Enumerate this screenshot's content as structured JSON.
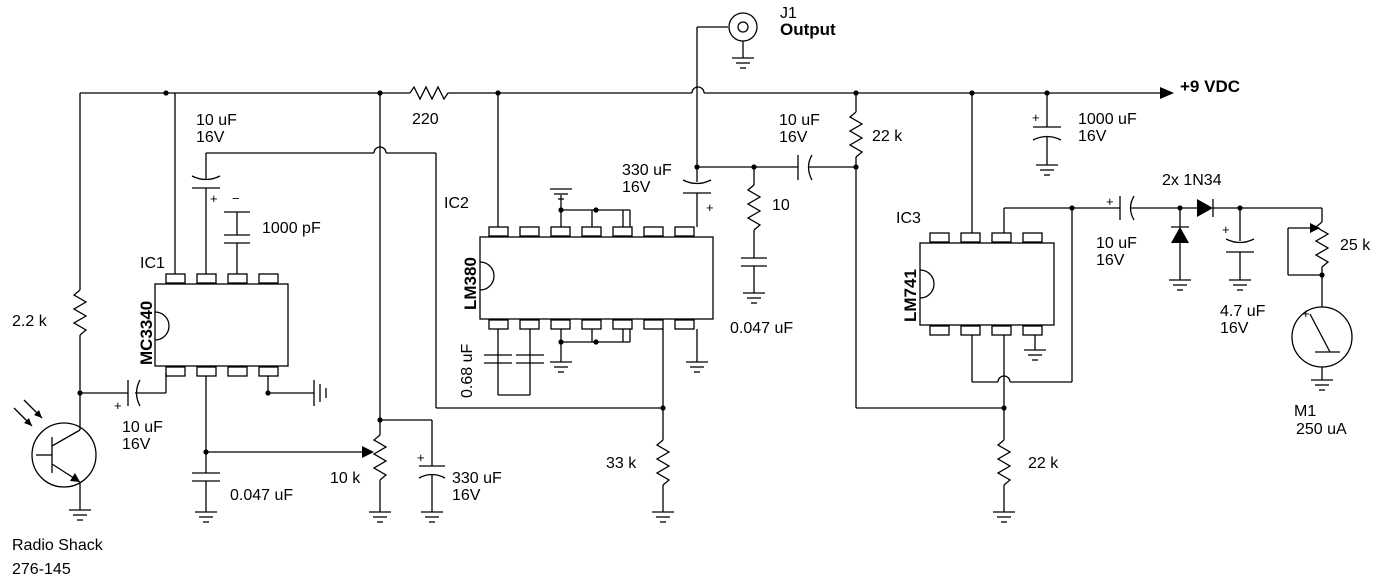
{
  "labels": {
    "j1_ref": "J1",
    "j1_name": "Output",
    "supply": "+9 VDC",
    "r220": "220",
    "c10u_a_val": "10 uF",
    "c10u_a_v": "16V",
    "c1000p": "1000 pF",
    "ic1": "IC1",
    "mc3340": "MC3340",
    "r2k2": "2.2 k",
    "c10u_b_val": "10 uF",
    "c10u_b_v": "16V",
    "c047_a": "0.047 uF",
    "pot10k": "10 k",
    "c330_a_val": "330 uF",
    "c330_a_v": "16V",
    "radio_shack": "Radio Shack",
    "part_no": "276-145",
    "ic2": "IC2",
    "lm380": "LM380",
    "c068": "0.68 uF",
    "r33k": "33 k",
    "c330_b_val": "330 uF",
    "c330_b_v": "16V",
    "r10": "10",
    "c047_b": "0.047 uF",
    "c10u_c_val": "10 uF",
    "c10u_c_v": "16V",
    "r22k_a": "22 k",
    "c1000u_val": "1000 uF",
    "c1000u_v": "16V",
    "ic3": "IC3",
    "lm741": "LM741",
    "diodes": "2x 1N34",
    "c10u_d_val": "10 uF",
    "c10u_d_v": "16V",
    "c47_val": "4.7 uF",
    "c47_v": "16V",
    "pot25k": "25 k",
    "m1": "M1",
    "m1_val": "250 uA",
    "r22k_b": "22 k"
  }
}
